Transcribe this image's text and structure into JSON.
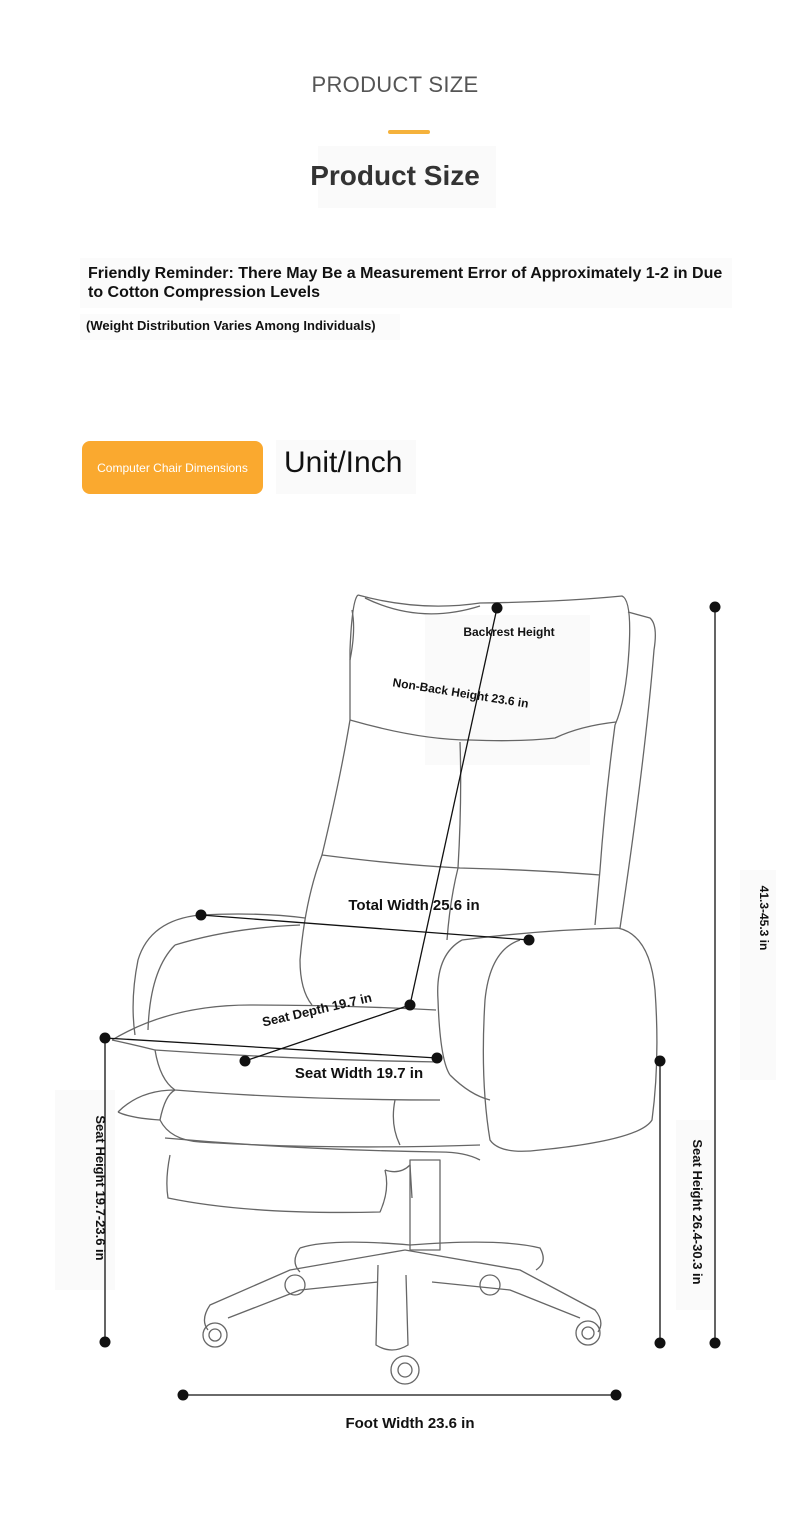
{
  "header": {
    "eyebrow": "PRODUCT SIZE",
    "title": "Product Size"
  },
  "notes": {
    "reminder": "Friendly Reminder: There May Be a Measurement Error of Approximately 1-2 in Due to Cotton Compression Levels",
    "weight": "(Weight Distribution Varies Among Individuals)"
  },
  "dimensions_header": {
    "badge": "Computer Chair Dimensions",
    "unit": "Unit/Inch"
  },
  "colors": {
    "accent": "#f5b23c",
    "badge": "#faa92f"
  },
  "measurements": {
    "backrest_height": "Backrest Height",
    "non_back_height": "Non-Back Height 23.6 in",
    "total_width": "Total Width 25.6 in",
    "seat_depth": "Seat Depth 19.7 in",
    "seat_width": "Seat Width 19.7 in",
    "overall_height": "41.3-45.3 in",
    "seat_height_left": "Seat Height 19.7-23.6 in",
    "seat_height_right": "Seat Height 26.4-30.3 in",
    "foot_width": "Foot Width 23.6 in"
  }
}
